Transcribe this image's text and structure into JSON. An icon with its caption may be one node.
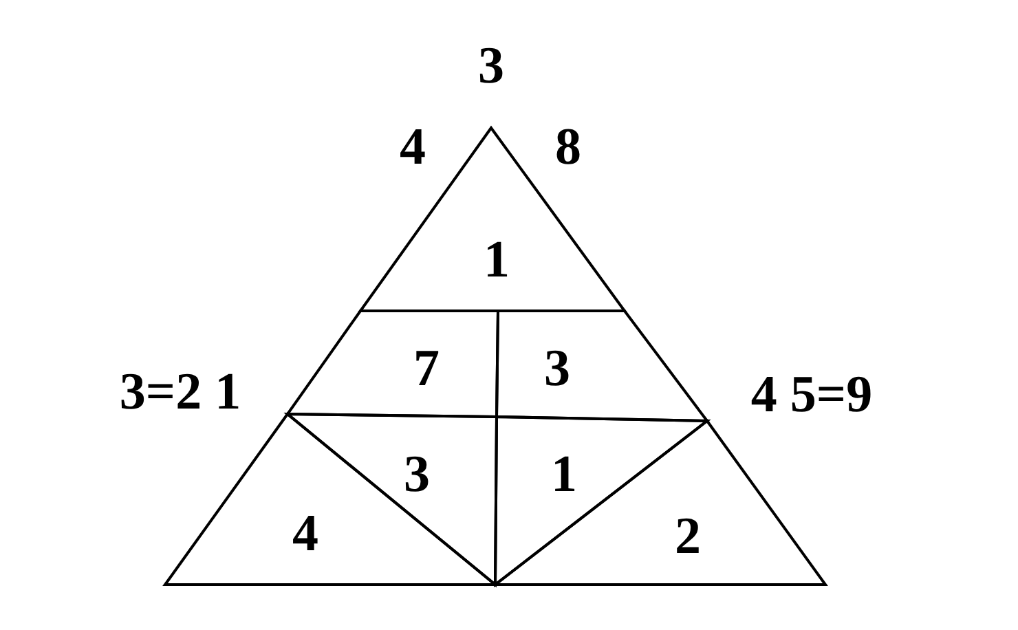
{
  "diagram": {
    "nodes": [
      {
        "text": [
          "1"
        ]
      },
      {
        "text": [
          "7"
        ]
      },
      {
        "text": [
          "3"
        ]
      },
      {
        "text": [
          "3"
        ]
      },
      {
        "text": [
          "1"
        ]
      },
      {
        "text": [
          "4"
        ]
      },
      {
        "text": [
          "2"
        ]
      }
    ],
    "labels": [
      "3",
      "4",
      "8",
      "3=2 1",
      "4 5=9"
    ]
  }
}
